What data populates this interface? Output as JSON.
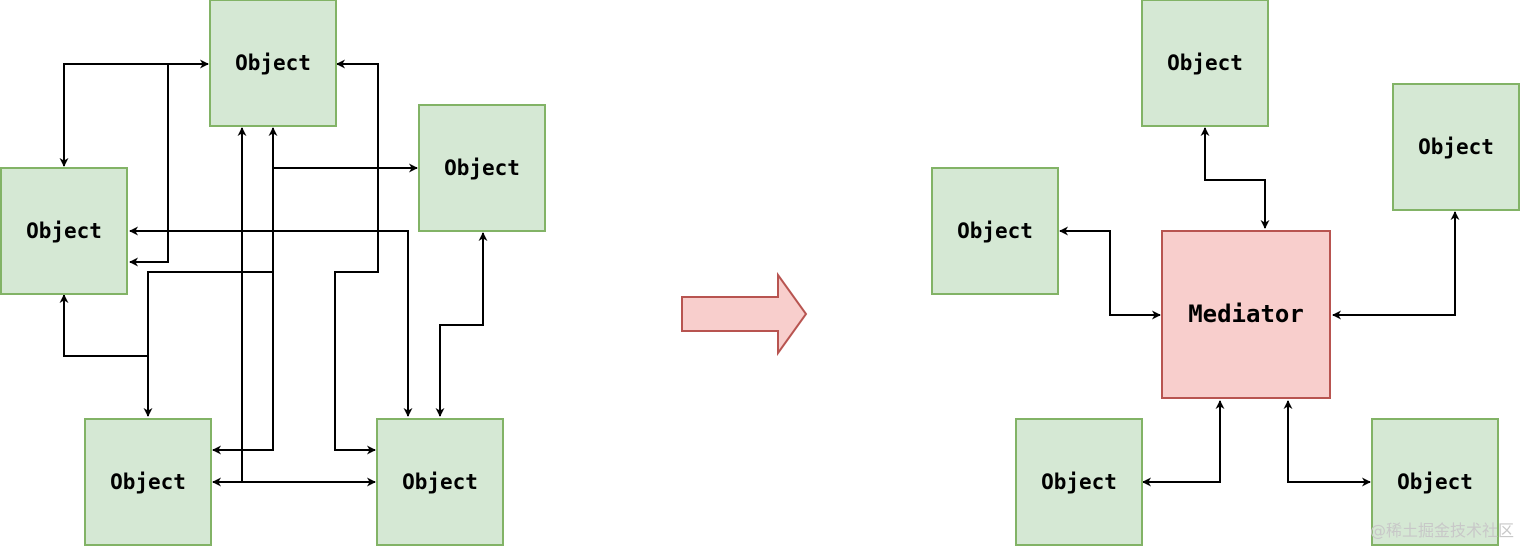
{
  "left": {
    "objects": [
      {
        "id": "l-top",
        "label": "Object"
      },
      {
        "id": "l-right",
        "label": "Object"
      },
      {
        "id": "l-left",
        "label": "Object"
      },
      {
        "id": "l-bottom-left",
        "label": "Object"
      },
      {
        "id": "l-bottom-right",
        "label": "Object"
      }
    ]
  },
  "right": {
    "mediator": {
      "label": "Mediator"
    },
    "objects": [
      {
        "id": "r-top",
        "label": "Object"
      },
      {
        "id": "r-right",
        "label": "Object"
      },
      {
        "id": "r-left",
        "label": "Object"
      },
      {
        "id": "r-bottom-left",
        "label": "Object"
      },
      {
        "id": "r-bottom-right",
        "label": "Object"
      }
    ]
  },
  "colors": {
    "object_fill": "#d5e8d4",
    "object_stroke": "#82b366",
    "mediator_fill": "#f8cecc",
    "mediator_stroke": "#b85450",
    "edge": "#000000"
  },
  "watermark": "@稀土掘金技术社区"
}
